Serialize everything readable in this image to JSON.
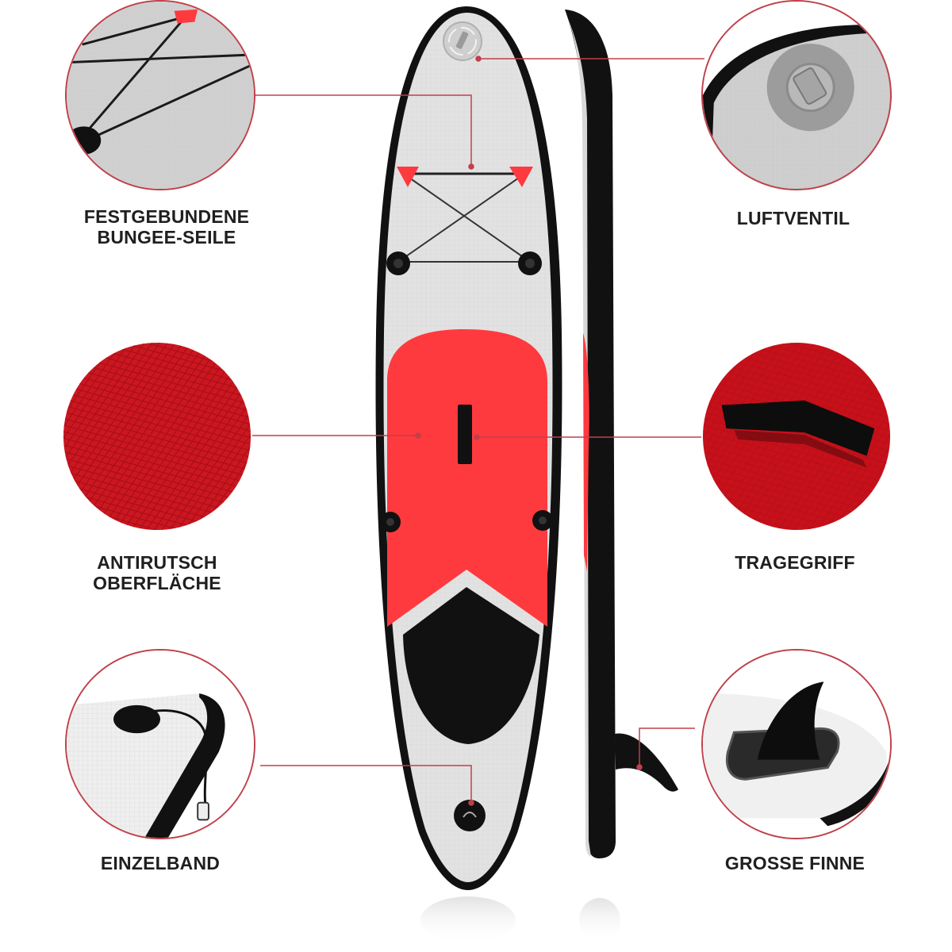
{
  "features": [
    {
      "id": "bungee",
      "label": "FESTGEBUNDENE\nBUNGEE-SEILE",
      "side": "left",
      "row": 1
    },
    {
      "id": "valve",
      "label": "LUFTVENTIL",
      "side": "right",
      "row": 1
    },
    {
      "id": "deckpad",
      "label": "ANTIRUTSCH\nOBERFLÄCHE",
      "side": "left",
      "row": 2
    },
    {
      "id": "handle",
      "label": "TRAGEGRIFF",
      "side": "right",
      "row": 2
    },
    {
      "id": "leash",
      "label": "EINZELBAND",
      "side": "left",
      "row": 3
    },
    {
      "id": "fin",
      "label": "GROSSE FINNE",
      "side": "right",
      "row": 3
    }
  ],
  "colors": {
    "accent_line": "#c0404a",
    "board_red": "#ff3a3f",
    "board_grey": "#e2e2e2",
    "board_black": "#111111",
    "text": "#1f1f1f"
  }
}
